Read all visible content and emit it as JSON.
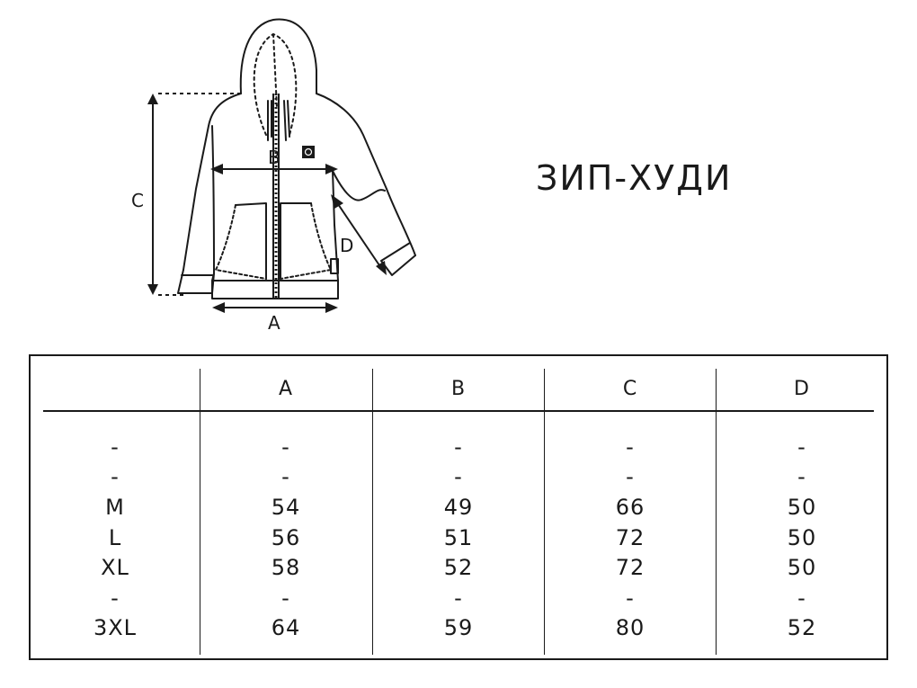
{
  "title": "ЗИП-ХУДИ",
  "dimension_labels": {
    "a": "A",
    "b": "B",
    "c": "C",
    "d": "D"
  },
  "table": {
    "headers": [
      "A",
      "B",
      "C",
      "D"
    ],
    "rows": [
      {
        "size": "-",
        "values": [
          "-",
          "-",
          "-",
          "-"
        ]
      },
      {
        "size": "-",
        "values": [
          "-",
          "-",
          "-",
          "-"
        ]
      },
      {
        "size": "M",
        "values": [
          "54",
          "49",
          "66",
          "50"
        ]
      },
      {
        "size": "L",
        "values": [
          "56",
          "51",
          "72",
          "50"
        ]
      },
      {
        "size": "XL",
        "values": [
          "58",
          "52",
          "72",
          "50"
        ]
      },
      {
        "size": "-",
        "values": [
          "-",
          "-",
          "-",
          "-"
        ]
      },
      {
        "size": "3XL",
        "values": [
          "64",
          "59",
          "80",
          "52"
        ]
      }
    ]
  },
  "colors": {
    "ink": "#1a1a1a",
    "background": "#ffffff"
  },
  "icons": [
    "hoodie-diagram-icon",
    "logo-patch-icon",
    "zipper-icon"
  ]
}
